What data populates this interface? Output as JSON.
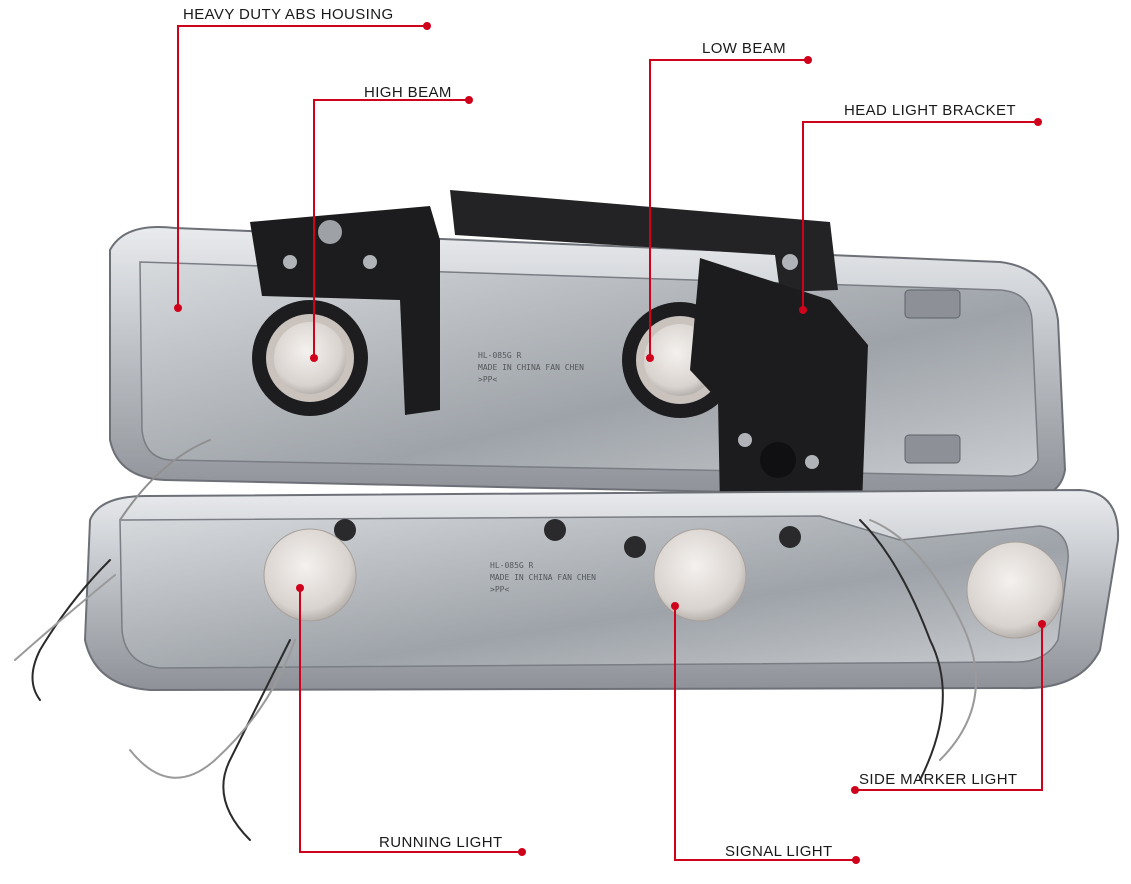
{
  "callouts": [
    {
      "id": "heavy-duty-abs-housing",
      "label": "HEAVY DUTY ABS HOUSING"
    },
    {
      "id": "high-beam",
      "label": "HIGH BEAM"
    },
    {
      "id": "low-beam",
      "label": "LOW BEAM"
    },
    {
      "id": "head-light-bracket",
      "label": "HEAD LIGHT BRACKET"
    },
    {
      "id": "side-marker-light",
      "label": "SIDE MARKER LIGHT"
    },
    {
      "id": "running-light",
      "label": "RUNNING LIGHT"
    },
    {
      "id": "signal-light",
      "label": "SIGNAL LIGHT"
    }
  ],
  "colors": {
    "leader_line": "#d0021b",
    "label_text": "#1a1a1a",
    "chrome": "#c9ccd0",
    "bracket": "#1c1c1e"
  },
  "housing_stamps": {
    "upper": [
      "HL-085G R",
      "MADE IN CHINA FAN CHEN",
      ">PP<"
    ],
    "lower": [
      "HL-085G R",
      "MADE IN CHINA FAN CHEN",
      ">PP<"
    ]
  }
}
